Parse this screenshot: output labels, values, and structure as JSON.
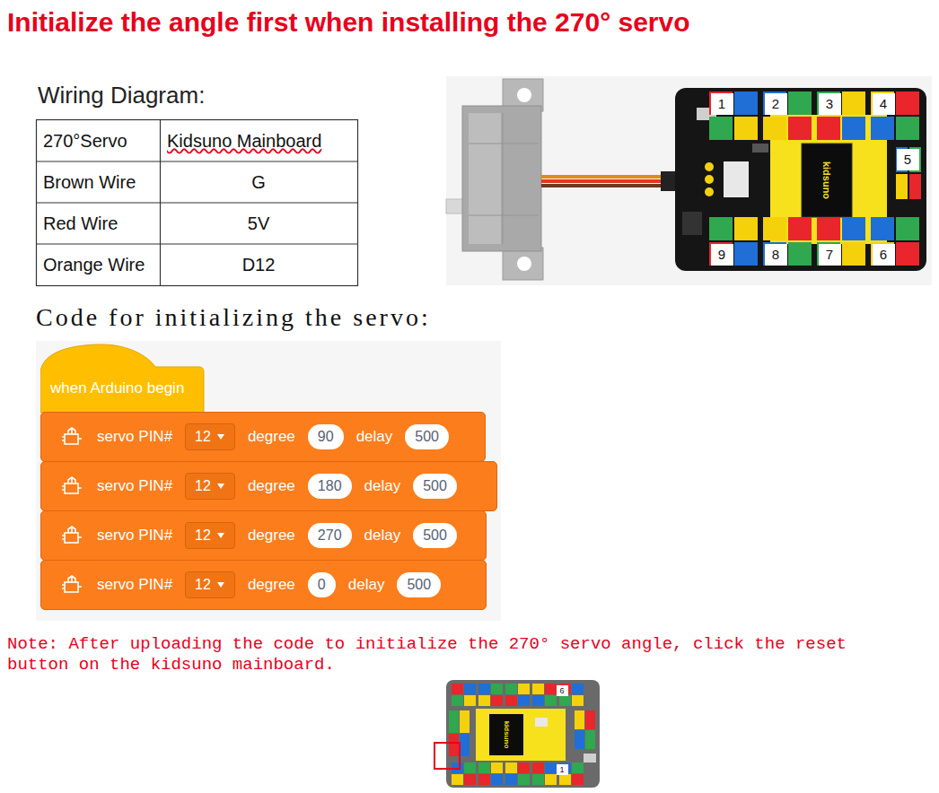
{
  "diagram": {
    "title": "Initialize the angle first when installing the 270° servo",
    "nodes": [
      {
        "text": [
          "when Arduino begin"
        ]
      },
      {
        "text": [
          "servo PIN#",
          "degree",
          "delay"
        ]
      },
      {
        "text": [
          "12"
        ],
        "in": 1
      },
      {
        "text": [
          "90"
        ],
        "in": 1
      },
      {
        "text": [
          "500"
        ],
        "in": 1
      },
      {
        "text": [
          "servo PIN#",
          "degree",
          "delay"
        ]
      },
      {
        "text": [
          "12"
        ],
        "in": 5
      },
      {
        "text": [
          "180"
        ],
        "in": 5
      },
      {
        "text": [
          "500"
        ],
        "in": 5
      },
      {
        "text": [
          "servo PIN#",
          "degree",
          "delay"
        ]
      },
      {
        "text": [
          "12"
        ],
        "in": 9
      },
      {
        "text": [
          "270"
        ],
        "in": 9
      },
      {
        "text": [
          "500"
        ],
        "in": 9
      },
      {
        "text": [
          "servo PIN#",
          "degree",
          "delay"
        ]
      },
      {
        "text": [
          "12"
        ],
        "in": 13
      },
      {
        "text": [
          "0"
        ],
        "in": 13
      },
      {
        "text": [
          "500"
        ],
        "in": 13
      }
    ],
    "labels": [
      "Wiring Diagram:",
      "270°Servo",
      "Kidsuno Mainboard",
      "Brown Wire",
      "G",
      "Red Wire",
      "5V",
      "Orange Wire",
      "D12",
      "Code for initializing the servo:",
      "Note: After uploading the code to initialize the 270° servo angle, click the reset button on the kidsuno mainboard.",
      "1",
      "2",
      "3",
      "4",
      "5",
      "9",
      "8",
      "7",
      "6",
      "kidsuno",
      "kidsuno",
      "6",
      "1"
    ]
  }
}
